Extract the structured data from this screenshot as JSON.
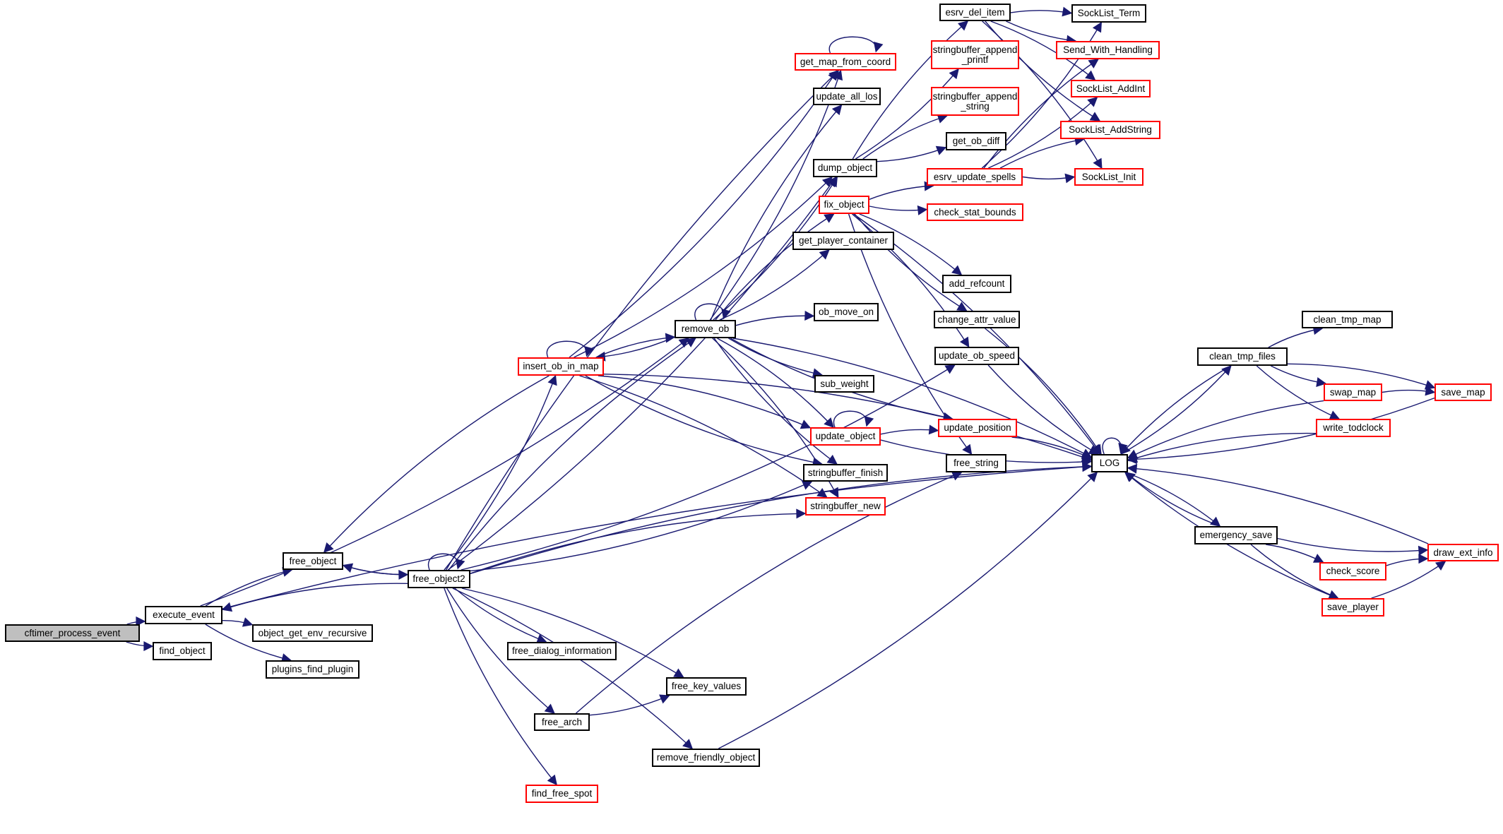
{
  "title": "cftimer_process_event call graph",
  "colors": {
    "edge": "#191970",
    "node_border": "#000000",
    "truncated_node_border": "#ff0000",
    "root_fill": "#bfbfbf",
    "node_fill": "#ffffff"
  },
  "nodes": [
    {
      "id": "cftimer_process_event",
      "label": "cftimer_process_event",
      "style": "root"
    },
    {
      "id": "execute_event",
      "label": "execute_event",
      "style": "normal"
    },
    {
      "id": "find_object",
      "label": "find_object",
      "style": "normal"
    },
    {
      "id": "object_get_env_recursive",
      "label": "object_get_env_recursive",
      "style": "normal"
    },
    {
      "id": "plugins_find_plugin",
      "label": "plugins_find_plugin",
      "style": "normal"
    },
    {
      "id": "free_object",
      "label": "free_object",
      "style": "normal"
    },
    {
      "id": "free_object2",
      "label": "free_object2",
      "style": "normal"
    },
    {
      "id": "insert_ob_in_map",
      "label": "insert_ob_in_map",
      "style": "truncated"
    },
    {
      "id": "remove_ob",
      "label": "remove_ob",
      "style": "normal"
    },
    {
      "id": "get_map_from_coord",
      "label": "get_map_from_coord",
      "style": "truncated"
    },
    {
      "id": "update_all_los",
      "label": "update_all_los",
      "style": "normal"
    },
    {
      "id": "dump_object",
      "label": "dump_object",
      "style": "normal"
    },
    {
      "id": "fix_object",
      "label": "fix_object",
      "style": "truncated"
    },
    {
      "id": "get_player_container",
      "label": "get_player_container",
      "style": "normal"
    },
    {
      "id": "ob_move_on",
      "label": "ob_move_on",
      "style": "normal"
    },
    {
      "id": "sub_weight",
      "label": "sub_weight",
      "style": "normal"
    },
    {
      "id": "update_object",
      "label": "update_object",
      "style": "truncated"
    },
    {
      "id": "stringbuffer_finish",
      "label": "stringbuffer_finish",
      "style": "normal"
    },
    {
      "id": "stringbuffer_new",
      "label": "stringbuffer_new",
      "style": "truncated"
    },
    {
      "id": "free_dialog_information",
      "label": "free_dialog_information",
      "style": "normal"
    },
    {
      "id": "free_key_values",
      "label": "free_key_values",
      "style": "normal"
    },
    {
      "id": "free_arch",
      "label": "free_arch",
      "style": "normal"
    },
    {
      "id": "remove_friendly_object",
      "label": "remove_friendly_object",
      "style": "normal"
    },
    {
      "id": "find_free_spot",
      "label": "find_free_spot",
      "style": "truncated"
    },
    {
      "id": "esrv_del_item",
      "label": "esrv_del_item",
      "style": "normal"
    },
    {
      "id": "stringbuffer_append_printf",
      "label": "stringbuffer_append\n_printf",
      "style": "truncated"
    },
    {
      "id": "stringbuffer_append_string",
      "label": "stringbuffer_append\n_string",
      "style": "truncated"
    },
    {
      "id": "get_ob_diff",
      "label": "get_ob_diff",
      "style": "normal"
    },
    {
      "id": "esrv_update_spells",
      "label": "esrv_update_spells",
      "style": "truncated"
    },
    {
      "id": "check_stat_bounds",
      "label": "check_stat_bounds",
      "style": "truncated"
    },
    {
      "id": "add_refcount",
      "label": "add_refcount",
      "style": "normal"
    },
    {
      "id": "change_attr_value",
      "label": "change_attr_value",
      "style": "normal"
    },
    {
      "id": "update_ob_speed",
      "label": "update_ob_speed",
      "style": "normal"
    },
    {
      "id": "update_position",
      "label": "update_position",
      "style": "truncated"
    },
    {
      "id": "free_string",
      "label": "free_string",
      "style": "normal"
    },
    {
      "id": "SockList_Term",
      "label": "SockList_Term",
      "style": "normal"
    },
    {
      "id": "Send_With_Handling",
      "label": "Send_With_Handling",
      "style": "truncated"
    },
    {
      "id": "SockList_AddInt",
      "label": "SockList_AddInt",
      "style": "truncated"
    },
    {
      "id": "SockList_AddString",
      "label": "SockList_AddString",
      "style": "truncated"
    },
    {
      "id": "SockList_Init",
      "label": "SockList_Init",
      "style": "truncated"
    },
    {
      "id": "LOG",
      "label": "LOG",
      "style": "normal"
    },
    {
      "id": "clean_tmp_map",
      "label": "clean_tmp_map",
      "style": "normal"
    },
    {
      "id": "clean_tmp_files",
      "label": "clean_tmp_files",
      "style": "normal"
    },
    {
      "id": "swap_map",
      "label": "swap_map",
      "style": "truncated"
    },
    {
      "id": "save_map",
      "label": "save_map",
      "style": "truncated"
    },
    {
      "id": "write_todclock",
      "label": "write_todclock",
      "style": "truncated"
    },
    {
      "id": "emergency_save",
      "label": "emergency_save",
      "style": "normal"
    },
    {
      "id": "draw_ext_info",
      "label": "draw_ext_info",
      "style": "truncated"
    },
    {
      "id": "check_score",
      "label": "check_score",
      "style": "truncated"
    },
    {
      "id": "save_player",
      "label": "save_player",
      "style": "truncated"
    }
  ],
  "edges": [
    [
      "cftimer_process_event",
      "execute_event"
    ],
    [
      "cftimer_process_event",
      "find_object"
    ],
    [
      "execute_event",
      "free_object"
    ],
    [
      "execute_event",
      "remove_ob"
    ],
    [
      "execute_event",
      "object_get_env_recursive"
    ],
    [
      "execute_event",
      "plugins_find_plugin"
    ],
    [
      "execute_event",
      "LOG"
    ],
    [
      "free_object",
      "free_object2"
    ],
    [
      "free_object2",
      "free_object"
    ],
    [
      "free_object2",
      "execute_event"
    ],
    [
      "free_object2",
      "free_object2"
    ],
    [
      "free_object2",
      "insert_ob_in_map"
    ],
    [
      "free_object2",
      "remove_ob"
    ],
    [
      "free_object2",
      "dump_object"
    ],
    [
      "free_object2",
      "get_map_from_coord"
    ],
    [
      "free_object2",
      "stringbuffer_finish"
    ],
    [
      "free_object2",
      "stringbuffer_new"
    ],
    [
      "free_object2",
      "update_ob_speed"
    ],
    [
      "free_object2",
      "LOG"
    ],
    [
      "free_object2",
      "free_dialog_information"
    ],
    [
      "free_object2",
      "free_key_values"
    ],
    [
      "free_object2",
      "free_arch"
    ],
    [
      "free_object2",
      "remove_friendly_object"
    ],
    [
      "free_object2",
      "find_free_spot"
    ],
    [
      "insert_ob_in_map",
      "insert_ob_in_map"
    ],
    [
      "insert_ob_in_map",
      "free_object"
    ],
    [
      "insert_ob_in_map",
      "remove_ob"
    ],
    [
      "insert_ob_in_map",
      "get_map_from_coord"
    ],
    [
      "insert_ob_in_map",
      "update_object"
    ],
    [
      "insert_ob_in_map",
      "stringbuffer_finish"
    ],
    [
      "insert_ob_in_map",
      "stringbuffer_new"
    ],
    [
      "insert_ob_in_map",
      "dump_object"
    ],
    [
      "insert_ob_in_map",
      "LOG"
    ],
    [
      "remove_ob",
      "remove_ob"
    ],
    [
      "remove_ob",
      "insert_ob_in_map"
    ],
    [
      "remove_ob",
      "get_map_from_coord"
    ],
    [
      "remove_ob",
      "update_all_los"
    ],
    [
      "remove_ob",
      "dump_object"
    ],
    [
      "remove_ob",
      "fix_object"
    ],
    [
      "remove_ob",
      "get_player_container"
    ],
    [
      "remove_ob",
      "ob_move_on"
    ],
    [
      "remove_ob",
      "sub_weight"
    ],
    [
      "remove_ob",
      "update_object"
    ],
    [
      "remove_ob",
      "stringbuffer_finish"
    ],
    [
      "remove_ob",
      "stringbuffer_new"
    ],
    [
      "remove_ob",
      "update_position"
    ],
    [
      "remove_ob",
      "LOG"
    ],
    [
      "get_map_from_coord",
      "get_map_from_coord"
    ],
    [
      "dump_object",
      "esrv_del_item"
    ],
    [
      "dump_object",
      "stringbuffer_append_printf"
    ],
    [
      "dump_object",
      "stringbuffer_append_string"
    ],
    [
      "dump_object",
      "get_ob_diff"
    ],
    [
      "fix_object",
      "esrv_update_spells"
    ],
    [
      "fix_object",
      "check_stat_bounds"
    ],
    [
      "fix_object",
      "add_refcount"
    ],
    [
      "fix_object",
      "change_attr_value"
    ],
    [
      "fix_object",
      "update_ob_speed"
    ],
    [
      "fix_object",
      "free_string"
    ],
    [
      "fix_object",
      "LOG"
    ],
    [
      "update_object",
      "update_object"
    ],
    [
      "update_object",
      "update_position"
    ],
    [
      "update_object",
      "LOG"
    ],
    [
      "esrv_del_item",
      "SockList_Term"
    ],
    [
      "esrv_del_item",
      "Send_With_Handling"
    ],
    [
      "esrv_del_item",
      "SockList_AddInt"
    ],
    [
      "esrv_del_item",
      "SockList_AddString"
    ],
    [
      "esrv_del_item",
      "SockList_Init"
    ],
    [
      "esrv_update_spells",
      "SockList_Term"
    ],
    [
      "esrv_update_spells",
      "Send_With_Handling"
    ],
    [
      "esrv_update_spells",
      "SockList_AddInt"
    ],
    [
      "esrv_update_spells",
      "SockList_AddString"
    ],
    [
      "esrv_update_spells",
      "SockList_Init"
    ],
    [
      "change_attr_value",
      "LOG"
    ],
    [
      "update_ob_speed",
      "LOG"
    ],
    [
      "update_position",
      "LOG"
    ],
    [
      "free_arch",
      "free_key_values"
    ],
    [
      "free_arch",
      "free_string"
    ],
    [
      "remove_friendly_object",
      "LOG"
    ],
    [
      "LOG",
      "LOG"
    ],
    [
      "LOG",
      "clean_tmp_files"
    ],
    [
      "LOG",
      "emergency_save"
    ],
    [
      "clean_tmp_files",
      "LOG"
    ],
    [
      "clean_tmp_files",
      "clean_tmp_map"
    ],
    [
      "clean_tmp_files",
      "swap_map"
    ],
    [
      "clean_tmp_files",
      "save_map"
    ],
    [
      "clean_tmp_files",
      "write_todclock"
    ],
    [
      "swap_map",
      "save_map"
    ],
    [
      "swap_map",
      "LOG"
    ],
    [
      "save_map",
      "LOG"
    ],
    [
      "write_todclock",
      "LOG"
    ],
    [
      "emergency_save",
      "LOG"
    ],
    [
      "emergency_save",
      "draw_ext_info"
    ],
    [
      "emergency_save",
      "check_score"
    ],
    [
      "emergency_save",
      "save_player"
    ],
    [
      "check_score",
      "draw_ext_info"
    ],
    [
      "save_player",
      "draw_ext_info"
    ],
    [
      "save_player",
      "LOG"
    ],
    [
      "draw_ext_info",
      "LOG"
    ]
  ]
}
